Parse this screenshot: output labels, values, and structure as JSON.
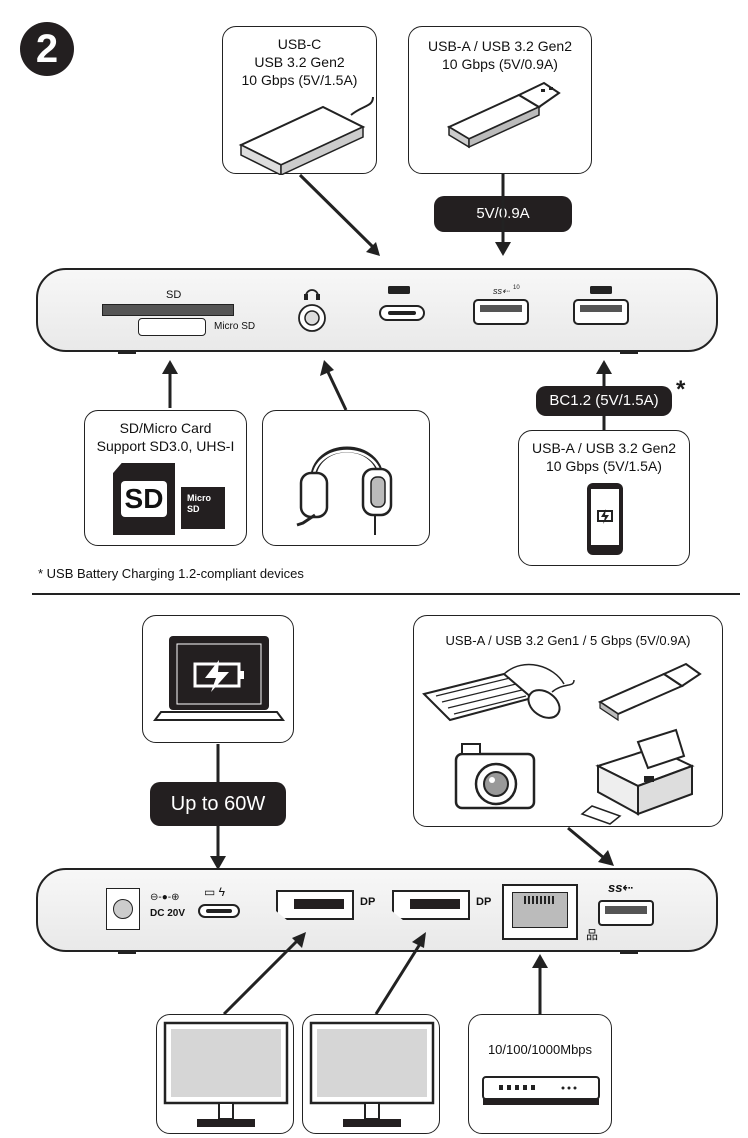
{
  "step_number": "2",
  "footnote": "* USB Battery Charging 1.2-compliant devices",
  "top": {
    "usbc_card": {
      "lines": [
        "USB-C",
        "USB 3.2 Gen2",
        "10 Gbps (5V/1.5A)"
      ],
      "icon": "external-drive-icon"
    },
    "usba_card": {
      "lines": [
        "USB-A / USB 3.2 Gen2",
        "10 Gbps (5V/0.9A)"
      ],
      "icon": "usb-flash-drive-icon"
    },
    "usba_power_badge": "5V/0.9A",
    "dock": {
      "sd_label": "SD",
      "microsd_label": "Micro SD",
      "headset_icon": "headset-port-icon",
      "usb_logo": "SS",
      "usb_speed": "10"
    },
    "sd_card": {
      "lines": [
        "SD/Micro Card",
        "Support SD3.0, UHS-I"
      ],
      "sd_text": "SD",
      "micro_lines": [
        "Micro",
        "SD"
      ]
    },
    "headset_card": {
      "icon": "headset-icon"
    },
    "bc_badge": "BC1.2 (5V/1.5A)",
    "bc_asterisk": "*",
    "charge_card": {
      "lines": [
        "USB-A / USB 3.2 Gen2",
        "10 Gbps (5V/1.5A)"
      ],
      "icon": "phone-charging-icon"
    }
  },
  "bottom": {
    "laptop_card": {
      "icon": "laptop-charging-icon"
    },
    "power_badge": "Up to 60W",
    "peripherals_card": {
      "title": "USB-A / USB 3.2 Gen1 / 5 Gbps (5V/0.9A)",
      "icons": [
        "keyboard-icon",
        "mouse-icon",
        "usb-flash-drive-icon",
        "camera-icon",
        "printer-icon"
      ]
    },
    "dock": {
      "dc_label": "DC 20V",
      "dp_label": "DP",
      "usb_logo": "SS",
      "lan_icon": "network-icon"
    },
    "monitor_cards": [
      "monitor-icon",
      "monitor-icon"
    ],
    "network_card": {
      "text": "10/100/1000Mbps",
      "icon": "network-switch-icon"
    }
  },
  "colors": {
    "ink": "#231f20",
    "dock_fill": "#eeeeee",
    "screen": "#d6d6d6"
  }
}
